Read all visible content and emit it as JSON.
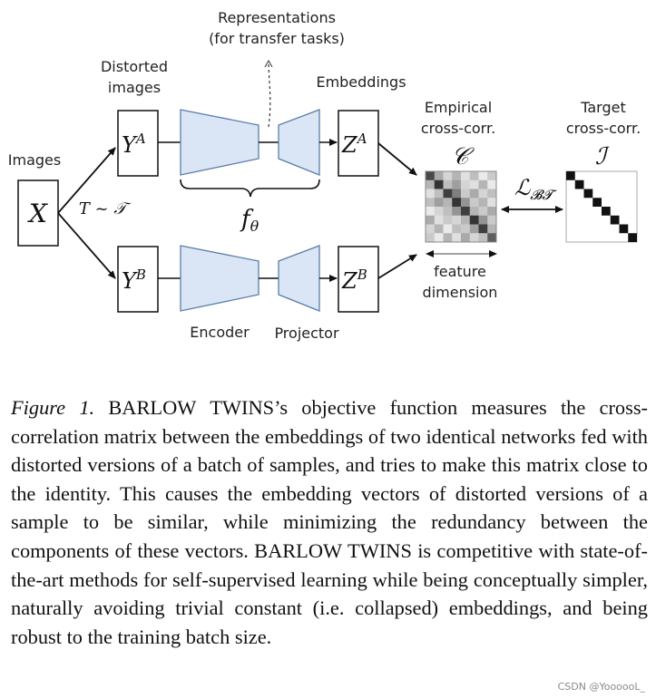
{
  "figure": {
    "labels": {
      "representations": "Representations",
      "for_transfer": "(for transfer tasks)",
      "distorted": "Distorted",
      "images_word": "images",
      "embeddings": "Embeddings",
      "empirical": "Empirical",
      "cross_corr": "cross-corr.",
      "target": "Target",
      "images": "Images",
      "feature": "feature",
      "dimension": "dimension",
      "encoder": "Encoder",
      "projector": "Projector"
    },
    "math": {
      "x": "X",
      "transform": "T ~ 𝒯",
      "y": "Y",
      "sup_a": "A",
      "sup_b": "B",
      "z": "Z",
      "f": "f",
      "theta": "θ",
      "c": "𝒞",
      "i": "ℐ",
      "loss": "ℒ",
      "loss_sub": "𝓑𝓣"
    },
    "colors": {
      "encoder_fill": "#dae6f5",
      "encoder_stroke": "#5a7ea8",
      "identity_on": "#111111"
    },
    "empirical_matrix": [
      [
        0.8,
        0.35,
        0.15,
        0.3,
        0.1,
        0.25,
        0.05,
        0.2
      ],
      [
        0.3,
        0.9,
        0.25,
        0.4,
        0.15,
        0.1,
        0.3,
        0.05
      ],
      [
        0.1,
        0.25,
        0.85,
        0.55,
        0.2,
        0.35,
        0.15,
        0.25
      ],
      [
        0.25,
        0.4,
        0.3,
        0.9,
        0.45,
        0.2,
        0.3,
        0.1
      ],
      [
        0.05,
        0.15,
        0.25,
        0.45,
        0.85,
        0.3,
        0.2,
        0.35
      ],
      [
        0.35,
        0.1,
        0.2,
        0.15,
        0.3,
        0.9,
        0.45,
        0.2
      ],
      [
        0.15,
        0.3,
        0.05,
        0.25,
        0.2,
        0.4,
        0.85,
        0.3
      ],
      [
        0.2,
        0.05,
        0.3,
        0.1,
        0.35,
        0.15,
        0.25,
        0.7
      ]
    ],
    "identity_size": 8
  },
  "caption": {
    "fig_label": "Figure 1.",
    "part1_a": "B",
    "part1_b": "ARLOW",
    "part1_c": "T",
    "part1_d": "WINS",
    "text1": "’s objective function measures the cross-correlation matrix between the embeddings of two identical networks fed with distorted versions of a batch of samples, and tries to make this matrix close to the identity. This causes the embedding vectors of distorted versions of a sample to be similar, while minimizing the redundancy between the components of these vectors. ",
    "part2_a": "B",
    "part2_b": "ARLOW",
    "part2_c": "T",
    "part2_d": "WINS",
    "text2": " is competitive with state-of-the-art methods for self-supervised learning while being conceptually simpler, naturally avoiding trivial constant (i.e. collapsed) embeddings, and being robust to the training batch size."
  },
  "watermark": "CSDN @YoooooL_"
}
